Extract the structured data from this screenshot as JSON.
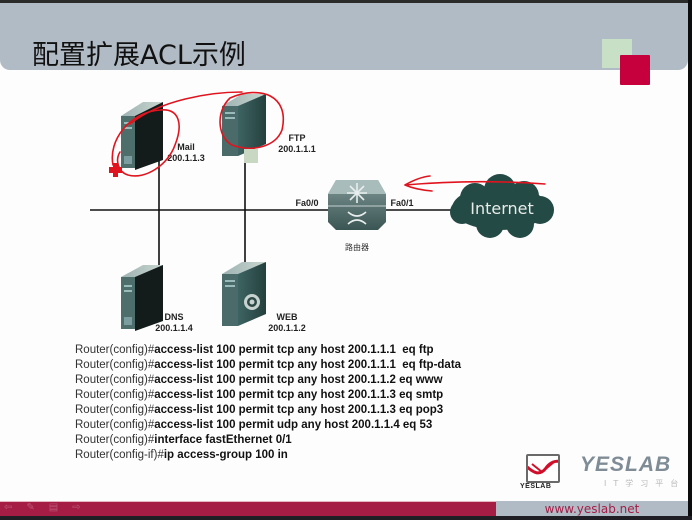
{
  "slide": {
    "title": "配置扩展ACL示例"
  },
  "diagram": {
    "servers": [
      {
        "name": "Mail",
        "ip": "200.1.1.3"
      },
      {
        "name": "FTP",
        "ip": "200.1.1.1"
      },
      {
        "name": "DNS",
        "ip": "200.1.1.4"
      },
      {
        "name": "WEB",
        "ip": "200.1.1.2"
      }
    ],
    "router": {
      "label": "路由器",
      "port_in": "Fa0/0",
      "port_out": "Fa0/1"
    },
    "cloud": {
      "label": "Internet"
    }
  },
  "config_lines": [
    {
      "prompt": "Router(config)#",
      "cmd": "access-list 100 permit tcp any host 200.1.1.1  eq ftp"
    },
    {
      "prompt": "Router(config)#",
      "cmd": "access-list 100 permit tcp any host 200.1.1.1  eq ftp-data"
    },
    {
      "prompt": "Router(config)#",
      "cmd": "access-list 100 permit tcp any host 200.1.1.2 eq www"
    },
    {
      "prompt": "Router(config)#",
      "cmd": "access-list 100 permit tcp any host 200.1.1.3 eq smtp"
    },
    {
      "prompt": "Router(config)#",
      "cmd": "access-list 100 permit tcp any host 200.1.1.3 eq pop3"
    },
    {
      "prompt": "Router(config)#",
      "cmd": "access-list 100 permit udp any host 200.1.1.4 eq 53"
    },
    {
      "prompt": "Router(config)#",
      "cmd": "interface fastEthernet 0/1"
    },
    {
      "prompt": "Router(config-if)#",
      "cmd": "ip access-group 100 in"
    }
  ],
  "branding": {
    "logo_small": "YESLAB",
    "logo_big": "YESLAB",
    "logo_sub": "IT学习平台",
    "url": "www.yeslab.net"
  },
  "colors": {
    "header": "#b1bbc5",
    "accent_red": "#a51d45",
    "server_dark": "#1f3a38",
    "annotation_red": "#e0141e"
  }
}
